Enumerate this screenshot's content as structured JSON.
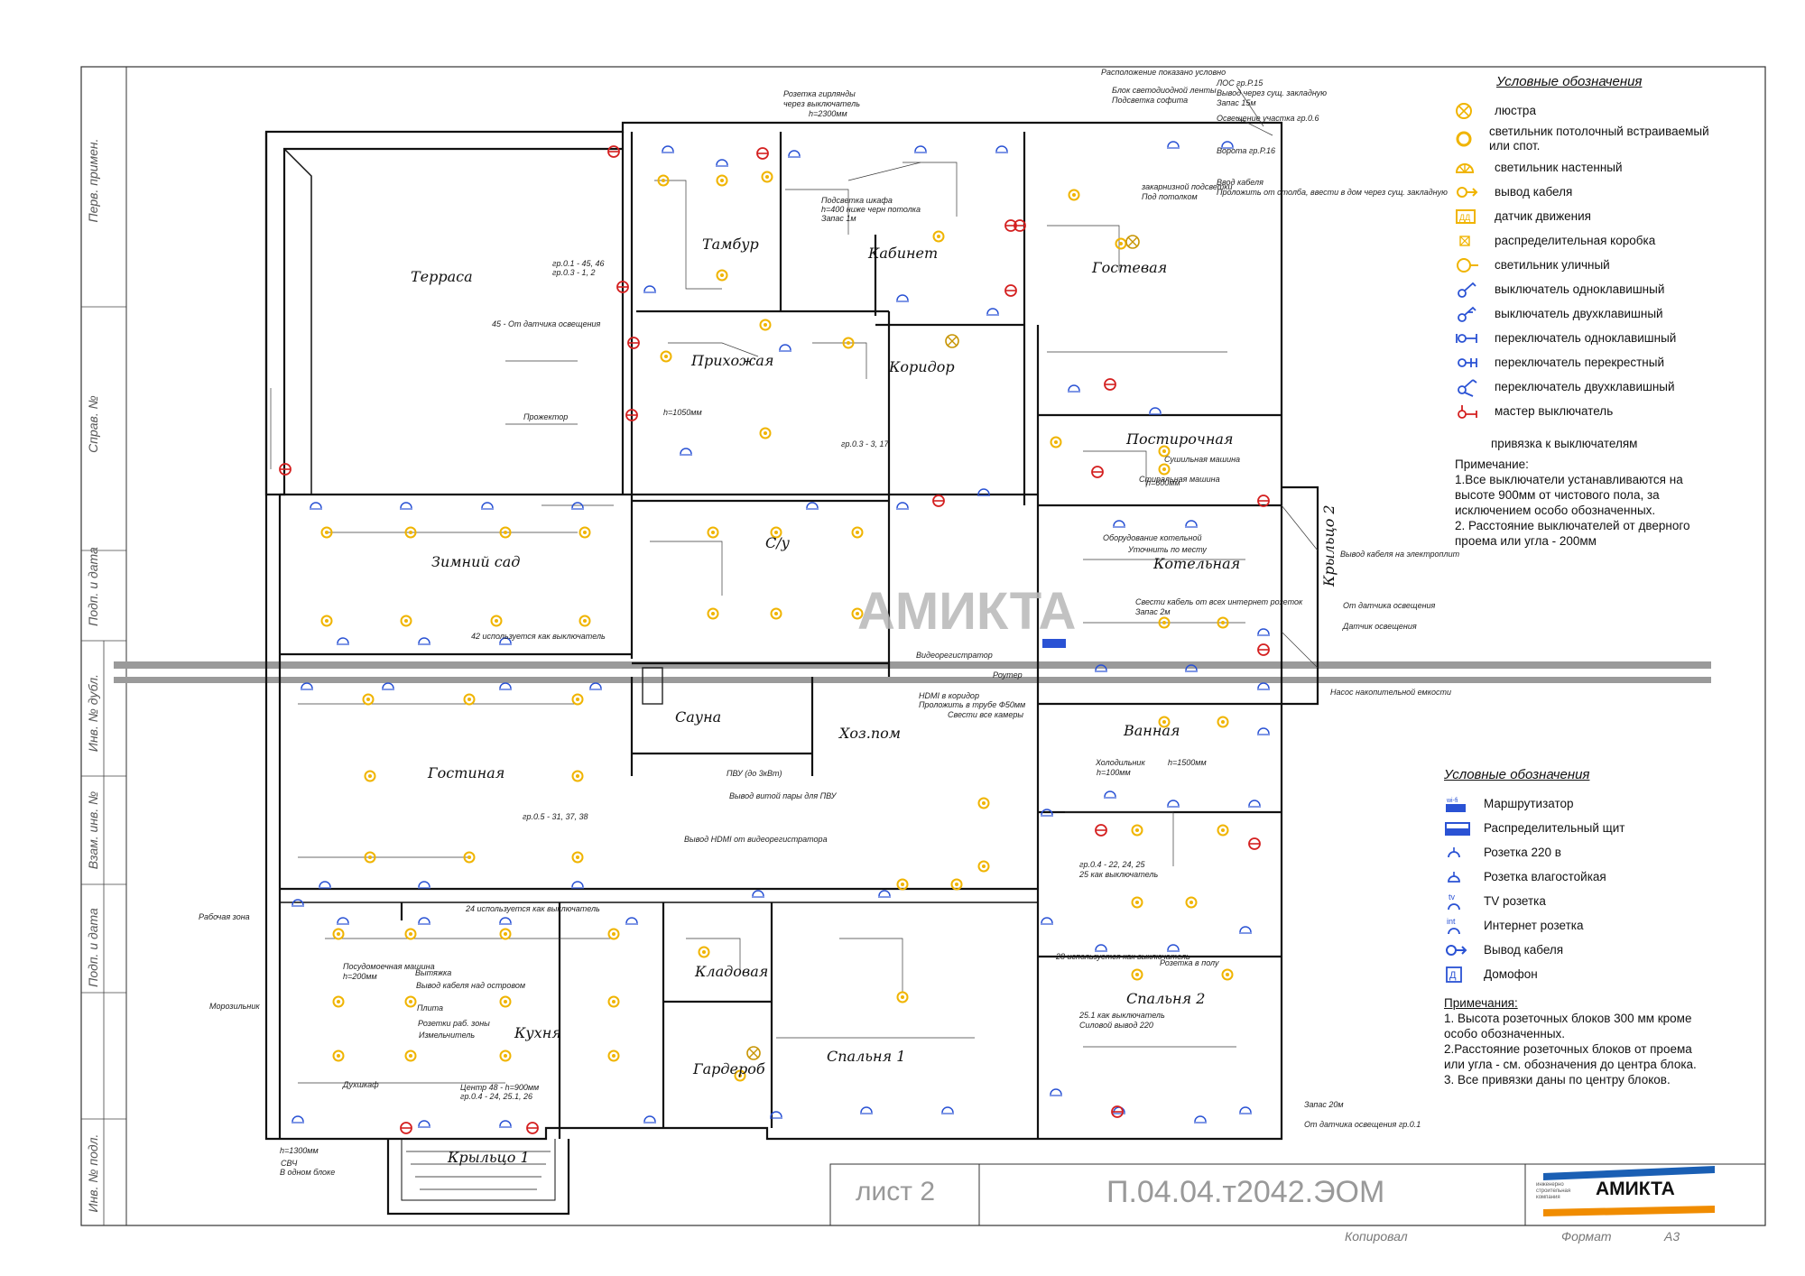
{
  "drawing": {
    "rooms": [
      {
        "id": "terrace",
        "name": "Терраса"
      },
      {
        "id": "tambur",
        "name": "Тамбур"
      },
      {
        "id": "kabinet",
        "name": "Кабинет"
      },
      {
        "id": "gostevaya",
        "name": "Гостевая"
      },
      {
        "id": "prihozhaya",
        "name": "Прихожая"
      },
      {
        "id": "koridor",
        "name": "Коридор"
      },
      {
        "id": "postirochnaya",
        "name": "Постирочная"
      },
      {
        "id": "zimniy_sad",
        "name": "Зимний сад"
      },
      {
        "id": "su",
        "name": "С/у"
      },
      {
        "id": "kotelnaya",
        "name": "Котельная"
      },
      {
        "id": "sauna",
        "name": "Сауна"
      },
      {
        "id": "hozpom",
        "name": "Хоз.пом"
      },
      {
        "id": "vannaya",
        "name": "Ванная"
      },
      {
        "id": "gostinaya",
        "name": "Гостиная"
      },
      {
        "id": "kladovaya",
        "name": "Кладовая"
      },
      {
        "id": "kuhnya",
        "name": "Кухня"
      },
      {
        "id": "spalnya2",
        "name": "Спальня 2"
      },
      {
        "id": "garderob",
        "name": "Гардероб"
      },
      {
        "id": "spalnya1",
        "name": "Спальня 1"
      },
      {
        "id": "krylco1",
        "name": "Крыльцо 1"
      },
      {
        "id": "krylco2",
        "name": "Крыльцо 2"
      }
    ],
    "watermark": "АМИКТА",
    "annotations": [
      "Розетка гирлянды",
      "через выключатель",
      "h=2300мм",
      "Блок светодиодной ленты",
      "Подсветка софита",
      "Под потолком",
      "закарнизной подсветки",
      "Подсветка шкафа",
      "h=400 ниже черн потолка",
      "Запас 1м",
      "Уточнить по месту",
      "Прожектор",
      "h=1050мм",
      "Расположение показано условно",
      "ЛОС гр.Р.15",
      "Вывод через сущ. закладную",
      "Запас 15м",
      "Освещение участка гр.0.6",
      "Ворота гр.Р.16",
      "Ввод кабеля",
      "Проложить от столба, ввести в дом через сущ. закладную",
      "гр.0.1 - 45, 46",
      "гр.0.3 - 1, 2",
      "45 - От датчика освещения",
      "Сушильная машина",
      "h=600мм",
      "Стиральная машина",
      "Вывод кабеля на электроплит",
      "От датчика освещения",
      "Датчик освещения",
      "Оборудование котельной",
      "Свести кабель от всех интернет розеток",
      "Запас 2м",
      "42 используется как выключатель",
      "Видеорегистратор",
      "HDMI в коридор",
      "Проложить в трубе Ф50мм",
      "Роутер",
      "Свести все камеры",
      "Насос накопительной емкости",
      "Холодильник",
      "h=100мм",
      "h=1500мм",
      "ПВУ (до 3кВт)",
      "Вывод витой пары для ПВУ",
      "Вывод HDMI от видеорегистратора",
      "гр.0.3 - 3, 17",
      "гр.0.5 - 31, 37, 38",
      "гр.0.4 - 22, 24, 25",
      "25 как выключатель",
      "24 используется как выключатель",
      "28 используется как выключатель",
      "Розетка в полу",
      "Рабочая зона",
      "Посудомоечная машина",
      "h=200мм",
      "Вытяжка",
      "Вывод кабеля над островом",
      "Розетки раб. зоны",
      "Плита",
      "Измельчитель",
      "Морозильник",
      "Духшкаф",
      "h=1300мм",
      "СВЧ",
      "В одном блоке",
      "Центр 48 - h=900мм",
      "гр.0.4 - 24, 25.1, 26",
      "25.1 как выключатель",
      "Силовой вывод 220",
      "Запас 20м",
      "От датчика освещения гр.0.1"
    ]
  },
  "legend1": {
    "title": "Условные обозначения",
    "items": [
      {
        "icon": "chandelier-icon",
        "label": "люстра"
      },
      {
        "icon": "ceiling-light-icon",
        "label": "светильник потолочный встраиваемый или спот."
      },
      {
        "icon": "wall-light-icon",
        "label": "светильник настенный"
      },
      {
        "icon": "cable-outlet-icon",
        "label": "вывод кабеля"
      },
      {
        "icon": "motion-sensor-icon",
        "label": "датчик движения"
      },
      {
        "icon": "junction-box-icon",
        "label": "распределительная коробка"
      },
      {
        "icon": "street-light-icon",
        "label": "светильник уличный"
      },
      {
        "icon": "switch-single-icon",
        "label": "выключатель одноклавишный"
      },
      {
        "icon": "switch-double-icon",
        "label": "выключатель двухклавишный"
      },
      {
        "icon": "toggle-single-icon",
        "label": "переключатель одноклавишный"
      },
      {
        "icon": "toggle-cross-icon",
        "label": "переключатель перекрестный"
      },
      {
        "icon": "toggle-double-icon",
        "label": "переключатель двухклавишный"
      },
      {
        "icon": "master-switch-icon",
        "label": "мастер выключатель"
      }
    ],
    "binding": "привязка к выключателям",
    "note_title": "Примечание:",
    "notes": [
      "1.Все выключатели устанавливаются на высоте 900мм от чистового пола, за исключением особо обозначенных.",
      "2. Расстояние выключателей от дверного проема или угла - 200мм"
    ]
  },
  "legend2": {
    "title": "Условные обозначения",
    "items": [
      {
        "icon": "router-icon",
        "label": "Маршрутизатор",
        "tag": "wi-fi"
      },
      {
        "icon": "panel-icon",
        "label": "Распределительный щит"
      },
      {
        "icon": "socket-icon",
        "label": "Розетка 220 в"
      },
      {
        "icon": "socket-waterproof-icon",
        "label": "Розетка влагостойкая"
      },
      {
        "icon": "tv-socket-icon",
        "label": "TV розетка",
        "tag": "tv"
      },
      {
        "icon": "internet-socket-icon",
        "label": "Интернет розетка",
        "tag": "int"
      },
      {
        "icon": "cable-outlet-icon",
        "label": "Вывод кабеля"
      },
      {
        "icon": "intercom-icon",
        "label": "Домофон",
        "tag": "Д"
      }
    ],
    "note_title": "Примечания:",
    "notes": [
      "1. Высота розеточных блоков 300 мм кроме особо обозначенных.",
      "2.Расстояние розеточных блоков от проема или угла - см. обозначения до центра блока.",
      "3. Все привязки даны по центру блоков."
    ]
  },
  "side_stamp": [
    "Перв. примен.",
    "Справ. №",
    "Подп. и дата",
    "Инв. № дубл.",
    "Взам. инв. №",
    "Подп. и дата",
    "Инв. № подл."
  ],
  "title_block": {
    "sheet": "лист 2",
    "code": "П.04.04.т2042.ЭОМ",
    "company": "АМИКТА",
    "company_sub": "инженерно строительная компания",
    "copied": "Копировал",
    "format_label": "Формат",
    "format": "А3"
  },
  "colors": {
    "wall": "#111111",
    "light": "#f0b400",
    "power": "#2a52d4",
    "switch": "#d42020",
    "cable": "#d47a00"
  }
}
